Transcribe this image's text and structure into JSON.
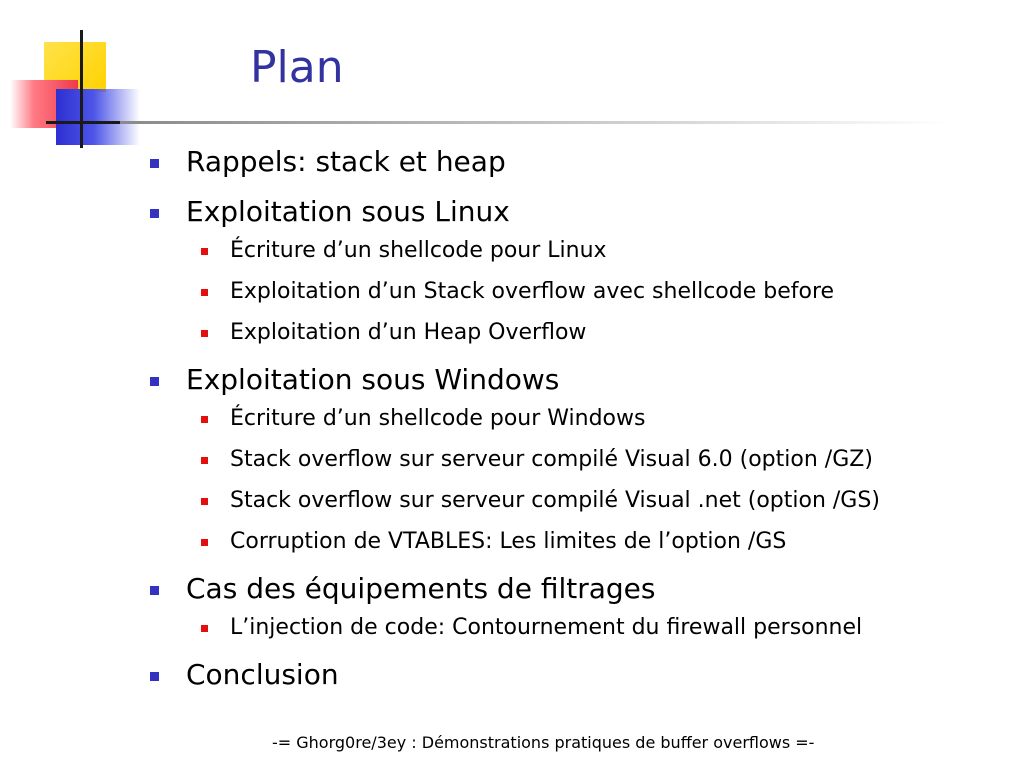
{
  "slide": {
    "title": "Plan",
    "footer": "-= Ghorg0re/3ey : Démonstrations pratiques de buffer overflows =-"
  },
  "bullets": [
    {
      "text": "Rappels: stack et heap",
      "subs": []
    },
    {
      "text": "Exploitation sous Linux",
      "subs": [
        "Écriture d’un shellcode pour Linux",
        "Exploitation d’un Stack overflow avec shellcode before",
        "Exploitation d’un Heap Overflow"
      ]
    },
    {
      "text": "Exploitation sous Windows",
      "subs": [
        "Écriture d’un shellcode pour Windows",
        "Stack overflow sur serveur compilé Visual 6.0 (option /GZ)",
        "Stack overflow sur serveur compilé Visual .net (option /GS)",
        "Corruption de VTABLES: Les limites de l’option /GS"
      ]
    },
    {
      "text": "Cas des équipements de filtrages",
      "subs": [
        "L’injection de code: Contournement du firewall personnel"
      ]
    },
    {
      "text": "Conclusion",
      "subs": []
    }
  ],
  "colors": {
    "title": "#3333a0",
    "level1_bullet": "#3333c0",
    "level2_bullet": "#e01010"
  }
}
